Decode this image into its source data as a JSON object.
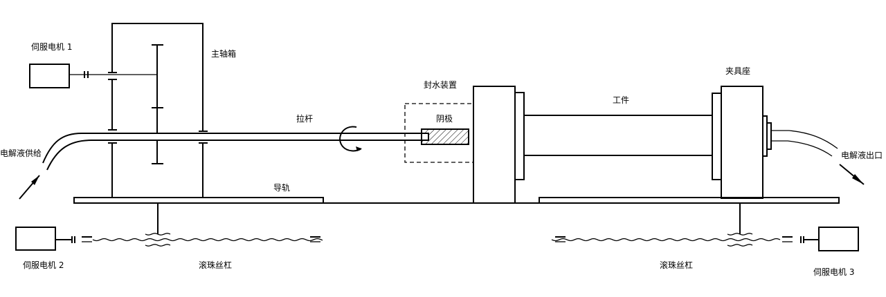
{
  "title": "电解加工装置示意图",
  "labels": {
    "servo_motor_1": "伺服电机 1",
    "servo_motor_2": "伺服电机 2",
    "servo_motor_3": "伺服电机 3",
    "spindle_box": "主轴箱",
    "pull_rod": "拉杆",
    "electrolyte_supply": "电解液供给",
    "guide_rail": "导轨",
    "ball_screw_left": "滚珠丝杠",
    "ball_screw_right": "滚珠丝杠",
    "water_seal": "封水装置",
    "cathode": "阴极",
    "workpiece": "工件",
    "fixture_seat": "夹具座",
    "electrolyte_outlet": "电解液出口"
  }
}
